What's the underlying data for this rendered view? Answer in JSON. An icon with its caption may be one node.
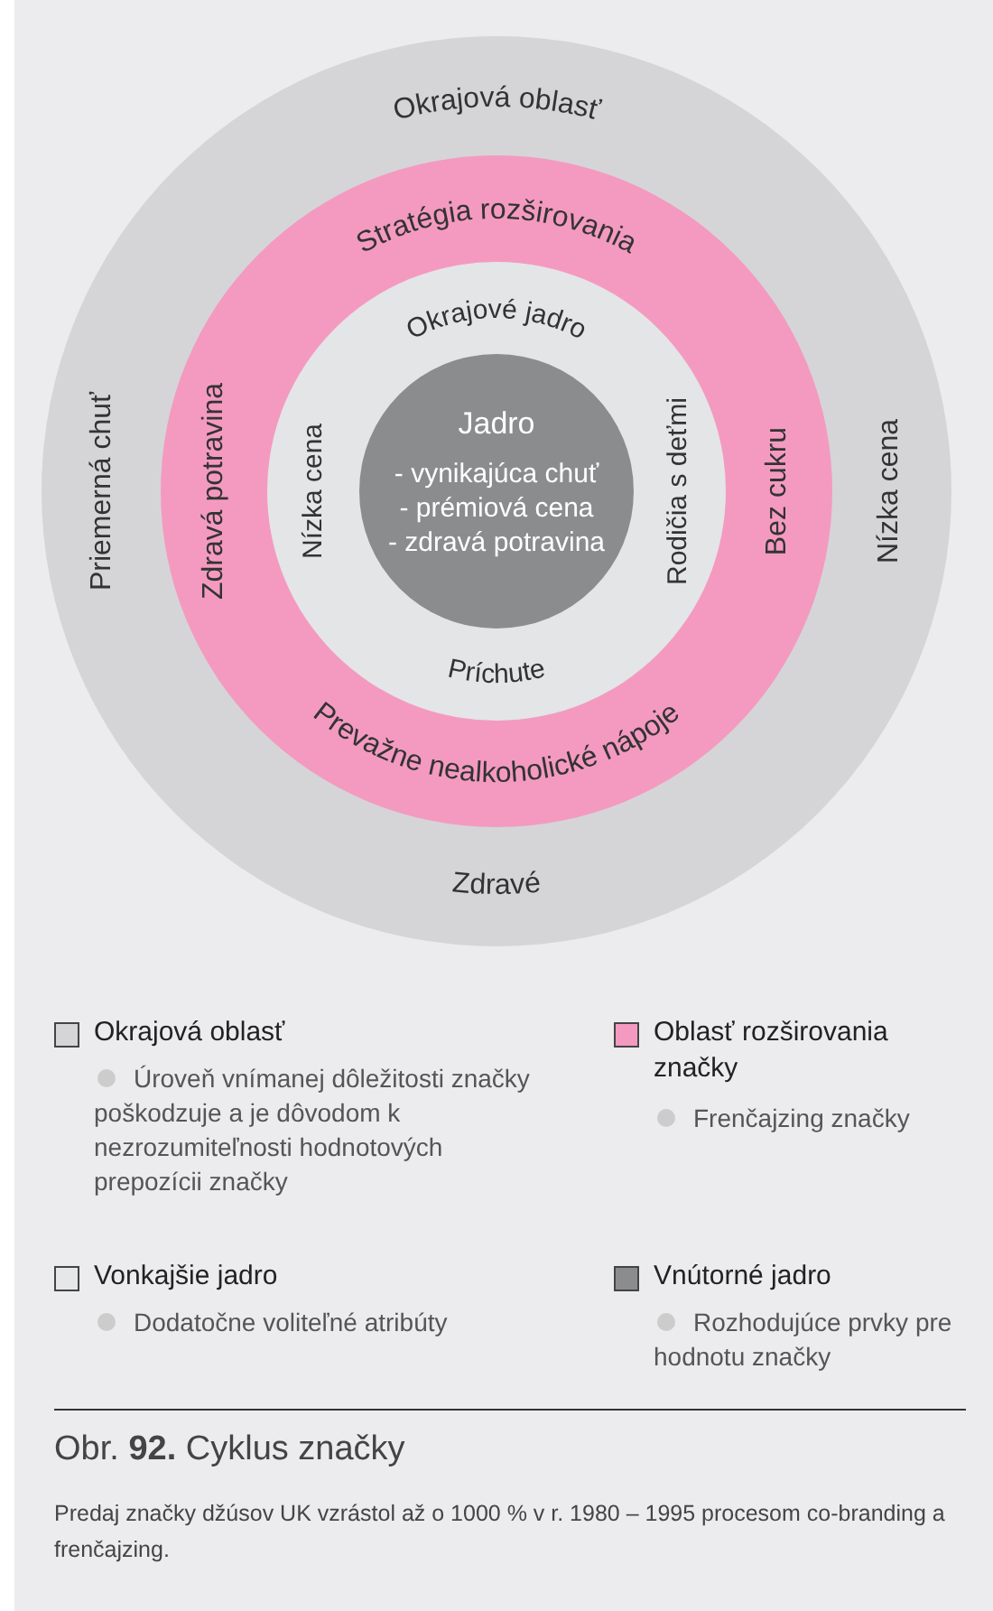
{
  "diagram": {
    "title": "Obr. **92.** Cyklus značky",
    "caption": "Predaj značky džúsov UK vzrástol až o 1000 % v r. 1980 – 1995 procesom co-branding a frenčajzing.",
    "nodes": [
      {
        "text": [
          "Okrajová oblasť",
          "Priemerná chuť",
          "Nízka cena",
          "Zdravé"
        ]
      },
      {
        "text": [
          "Stratégia rozširovania",
          "Zdravá potravina",
          "Bez cukru",
          "Prevažne nealkoholické nápoje"
        ],
        "in": 0
      },
      {
        "text": [
          "Okrajové jadro",
          "Nízka cena",
          "Rodičia s deťmi",
          "Príchute"
        ],
        "in": 1
      },
      {
        "text": [
          "Jadro",
          "- vynikajúca chuť",
          "- prémiová cena",
          "- zdravá potravina"
        ],
        "in": 2
      }
    ],
    "edges": [],
    "labels": [
      "Úroveň vnímanej dôležitosti značky poškodzuje a je dôvodom k nezrozumiteľnosti hodnotových prepozícii značky",
      "Frenčajzing značky",
      "Dodatočne voliteľné atribúty",
      "Rozhodujúce prvky pre hodnotu značky"
    ],
    "legend": [
      {
        "text": "Okrajová oblasť",
        "color": "#d5d5d7"
      },
      {
        "text": "Oblasť rozširovania značky",
        "color": "#f49ac1"
      },
      {
        "text": "Vonkajšie jadro",
        "color": "#e6e7e8"
      },
      {
        "text": "Vnútorné jadro",
        "color": "#8b8c8e"
      }
    ]
  }
}
